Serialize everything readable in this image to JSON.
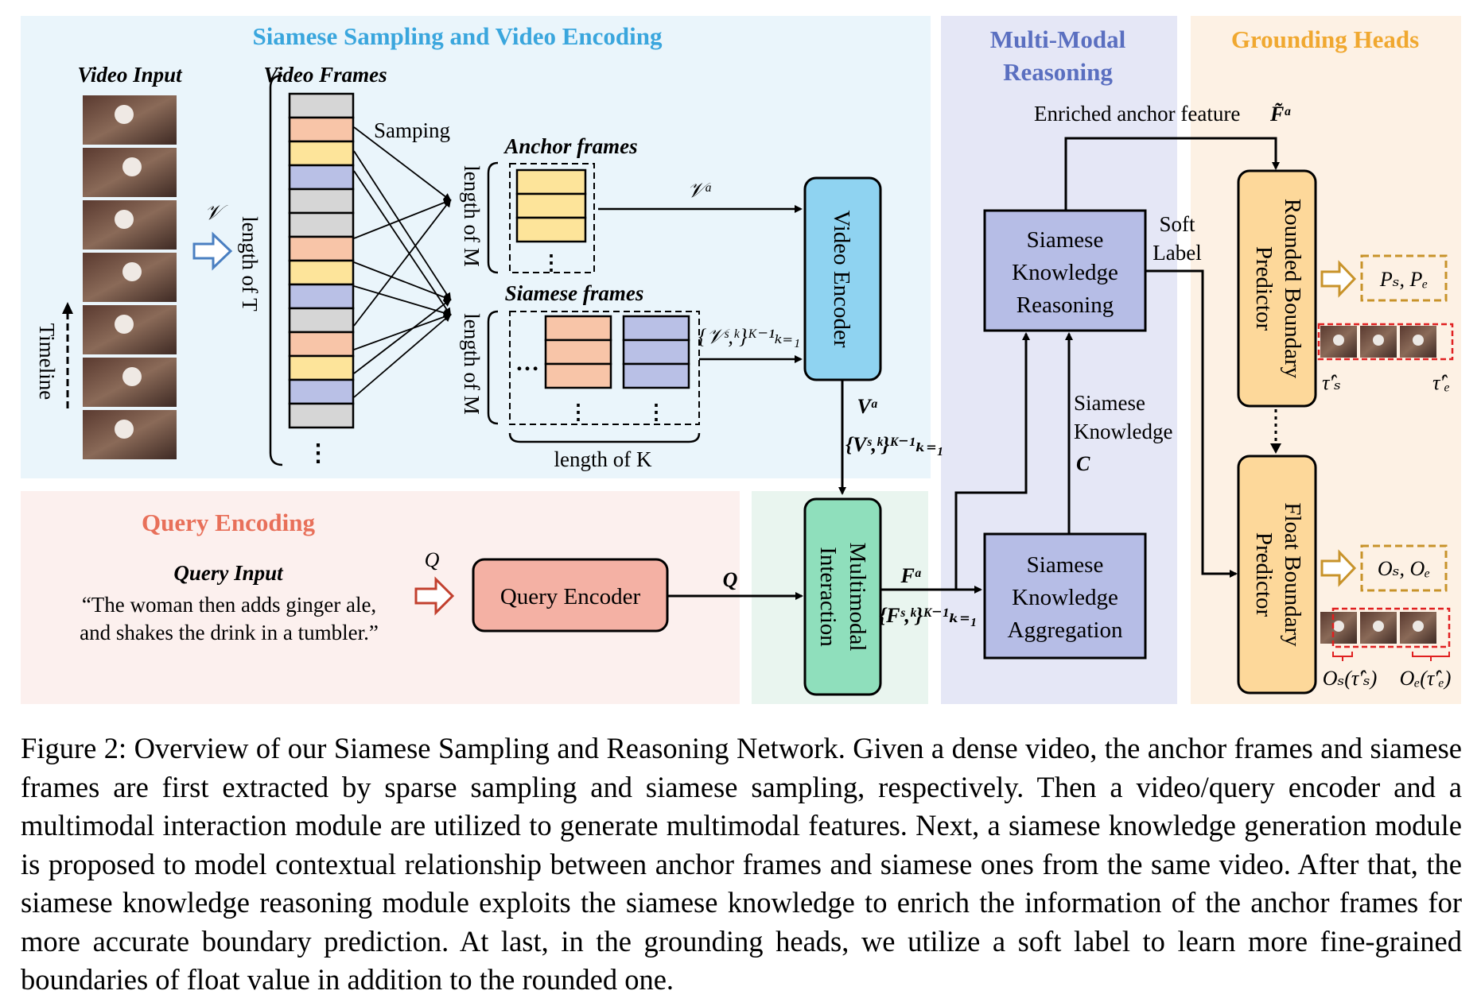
{
  "sections": {
    "sampling": "Siamese Sampling and Video Encoding",
    "query": "Query Encoding",
    "reasoning_line1": "Multi-Modal",
    "reasoning_line2": "Reasoning",
    "heads": "Grounding Heads"
  },
  "labels": {
    "video_input": "Video Input",
    "video_frames": "Video Frames",
    "timeline": "Timeline",
    "length_T": "length of T",
    "samping": "Samping",
    "anchor_frames": "Anchor frames",
    "siamese_frames": "Siamese frames",
    "length_M_1": "length of M",
    "length_M_2": "length of M",
    "length_K": "length of K",
    "query_input": "Query Input",
    "query_text_1": "“The woman then adds ginger ale,",
    "query_text_2": "and shakes the drink in a tumbler.”",
    "enriched": "Enriched anchor feature",
    "soft_1": "Soft",
    "soft_2": "Label",
    "siamese_knowledge_1": "Siamese",
    "siamese_knowledge_2": "Knowledge"
  },
  "math": {
    "V_script": "𝒱",
    "V_a": "𝒱ᵃ",
    "V_sk": "{𝒱ˢ,ᵏ}ᴷ⁻¹ₖ₌₁",
    "Va_bold": "Vᵃ",
    "Vsk_bold": "{Vˢ,ᵏ}ᴷ⁻¹ₖ₌₁",
    "Q_script": "Q",
    "Q_bold": "Q",
    "Fa": "Fᵃ",
    "Fsk": "{Fˢ,ᵏ}ᴷ⁻¹ₖ₌₁",
    "C": "C",
    "F_tilde": "F̃ᵃ",
    "Ps_Pe": "Pₛ, Pₑ",
    "Os_Oe": "Oₛ, Oₑ",
    "tau_s": "τ̂′ₛ",
    "tau_e": "τ̂′ₑ",
    "Os_tau": "Oₛ(τ̂′ₛ)",
    "Oe_tau": "Oₑ(τ̂′ₑ)"
  },
  "boxes": {
    "video_encoder": "Video Encoder",
    "query_encoder": "Query Encoder",
    "mm_1": "Multimodal",
    "mm_2": "Interaction",
    "skr_1": "Siamese",
    "skr_2": "Knowledge",
    "skr_3": "Reasoning",
    "ska_1": "Siamese",
    "ska_2": "Knowledge",
    "ska_3": "Aggregation",
    "rbp_1": "Rounded Boundary",
    "rbp_2": "Predictor",
    "fbp_1": "Float Boundary",
    "fbp_2": "Predictor"
  },
  "caption": "Figure 2: Overview of our Siamese Sampling and Reasoning Network. Given a dense video, the anchor frames and siamese frames are first extracted by sparse sampling and siamese sampling, respectively. Then a video/query encoder and a multimodal interaction module are utilized to generate multimodal features. Next, a siamese knowledge generation module is proposed to model contextual relationship between anchor frames and siamese ones from the same video. After that, the siamese knowledge reasoning module exploits the siamese knowledge to enrich the information of the anchor frames for more accurate boundary prediction. At last, in the grounding heads, we utilize a soft label to learn more fine-grained boundaries of float value in addition to the rounded one.",
  "colors": {
    "sampling_bg": "#eaf5fb",
    "query_bg": "#fcf0ee",
    "mm_bg": "#e9f5ef",
    "reasoning_bg": "#e5e7f6",
    "heads_bg": "#fdf1e4",
    "sampling_title": "#3aa6dd",
    "query_title": "#e8705a",
    "reasoning_title": "#5a6fc0",
    "heads_title": "#f0a830",
    "frame_orange": "#f8c5a8",
    "frame_yellow": "#fde49a",
    "frame_purple": "#b9c0e6",
    "frame_gray": "#d6d6d6",
    "video_encoder": "#8fd3f1",
    "query_encoder": "#f4b1a4",
    "multimodal": "#8fdfbc",
    "siamese_box": "#b6bde6",
    "predictor": "#fdd89a"
  }
}
